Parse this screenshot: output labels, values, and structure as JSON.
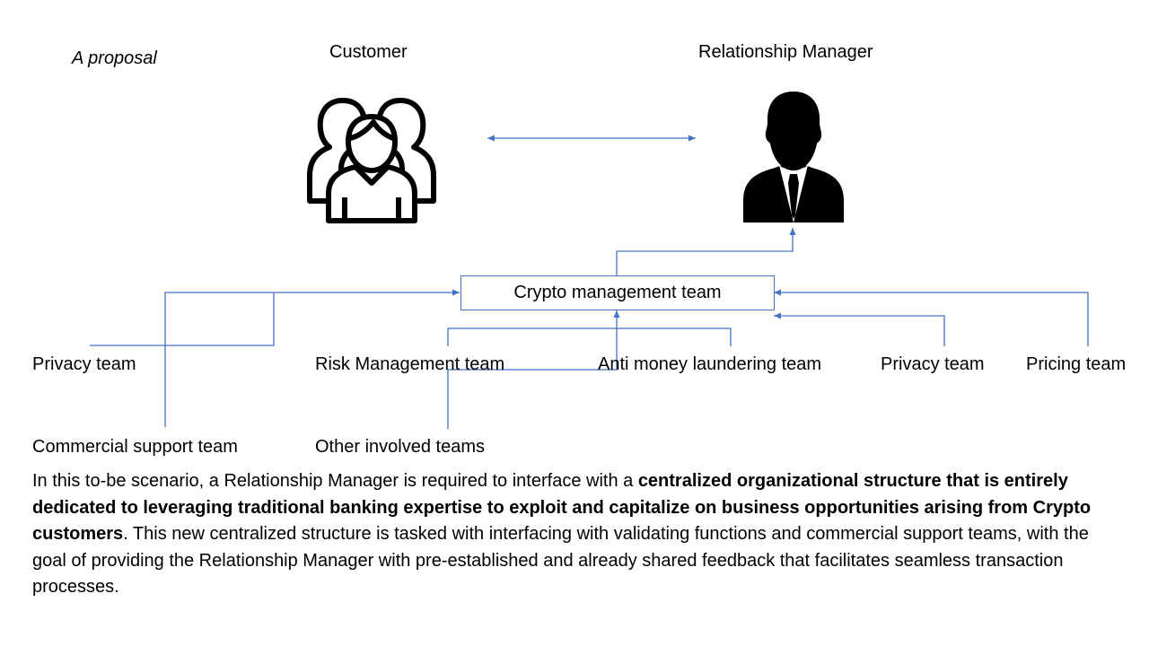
{
  "header": {
    "subtitle": "A proposal"
  },
  "actors": {
    "customer_label": "Customer",
    "manager_label": "Relationship Manager"
  },
  "center_box": {
    "label": "Crypto management team"
  },
  "teams": {
    "privacy_left": "Privacy team",
    "risk": "Risk Management team",
    "aml": "Anti money laundering team",
    "privacy_right": "Privacy team",
    "pricing": "Pricing team",
    "commercial": "Commercial support team",
    "other": "Other involved teams"
  },
  "description": {
    "part1": "In this to-be scenario, a Relationship Manager is required to interface with a ",
    "bold": "centralized organizational structure that is entirely dedicated to leveraging traditional banking expertise to exploit and capitalize on business opportunities arising from Crypto customers",
    "part2": ". This new centralized structure is tasked with interfacing with validating functions and commercial support teams, with the goal of providing the Relationship Manager with pre-established and already shared feedback that facilitates seamless transaction processes."
  },
  "colors": {
    "connector": "#4472C4",
    "icon": "#000000"
  },
  "icons": {
    "customer": "customer-group-icon",
    "manager": "businessman-icon"
  }
}
